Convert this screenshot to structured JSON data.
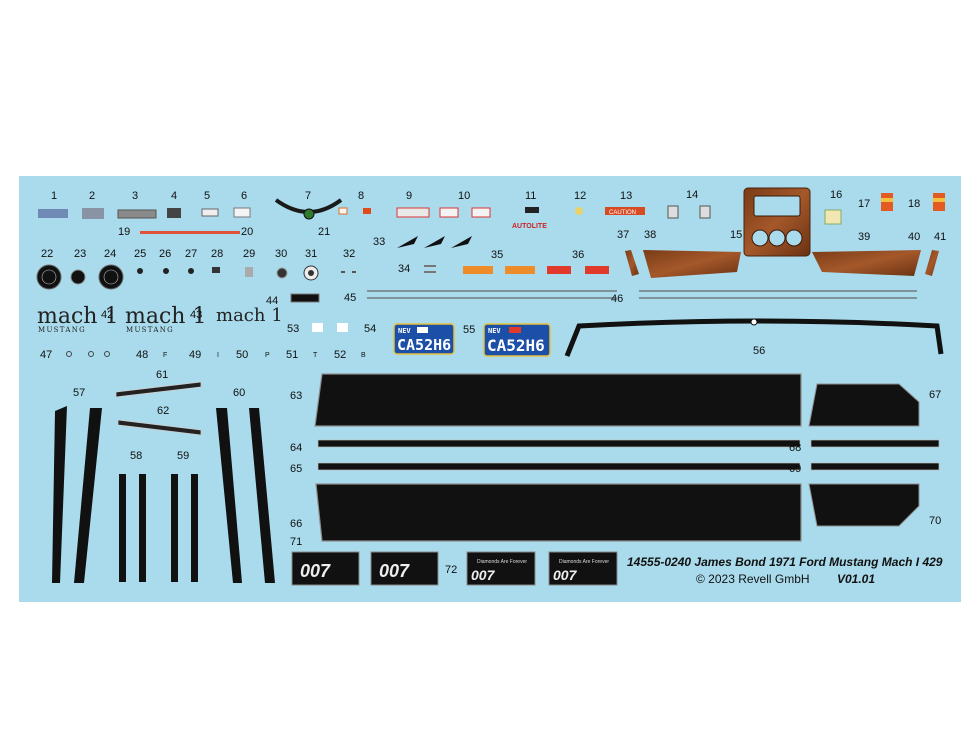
{
  "sheet": {
    "title": "14555-0240 James Bond 1971 Ford Mustang Mach I 429",
    "copyright": "© 2023 Revell GmbH",
    "version": "V01.01",
    "background_color": "#a9dbec"
  },
  "decal_numbers": [
    "1",
    "2",
    "3",
    "4",
    "5",
    "6",
    "7",
    "8",
    "9",
    "10",
    "11",
    "12",
    "13",
    "14",
    "15",
    "16",
    "17",
    "18",
    "19",
    "20",
    "21",
    "22",
    "23",
    "24",
    "25",
    "26",
    "27",
    "28",
    "29",
    "30",
    "31",
    "32",
    "33",
    "34",
    "35",
    "36",
    "37",
    "38",
    "39",
    "40",
    "41",
    "42",
    "43",
    "44",
    "45",
    "46",
    "47",
    "48",
    "49",
    "50",
    "51",
    "52",
    "53",
    "54",
    "55",
    "56",
    "57",
    "58",
    "59",
    "60",
    "61",
    "62",
    "63",
    "64",
    "65",
    "66",
    "67",
    "68",
    "69",
    "70",
    "71",
    "72"
  ],
  "letters": [
    "F",
    "I",
    "P",
    "T",
    "B"
  ],
  "emblems": {
    "mach1": "mach 1",
    "mustang": "MUSTANG"
  },
  "plates": {
    "state": "NEV",
    "number": "CA52H6",
    "bond": "007",
    "movie": "Diamonds Are Forever"
  },
  "stickers": {
    "autolite": "AUTOLITE",
    "caution": "CAUTION"
  }
}
